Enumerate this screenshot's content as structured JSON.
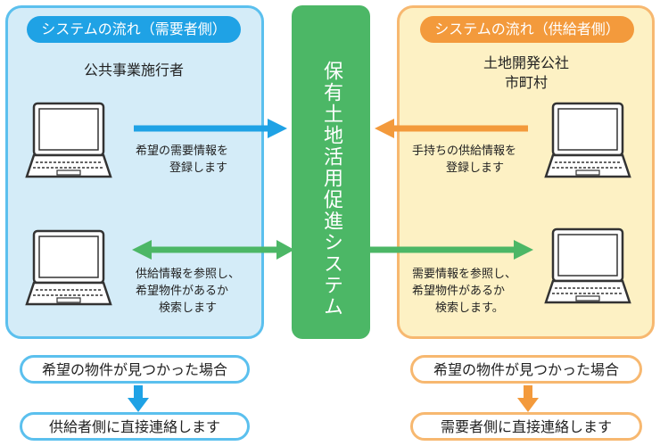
{
  "colors": {
    "blue_accent": "#1fa2e5",
    "blue_panel": "#d4ecf8",
    "orange_accent": "#f39a3c",
    "orange_panel": "#fdf1c4",
    "green_system": "#4cb766"
  },
  "demand": {
    "title": "システムの流れ（需要者側）",
    "role": "公共事業施行者",
    "step1": [
      "希望の需要情報を",
      "登録します"
    ],
    "step2": [
      "供給情報を参照し、",
      "希望物件があるか",
      "検索します"
    ],
    "found": "希望の物件が見つかった場合",
    "contact": "供給者側に直接連絡します"
  },
  "supply": {
    "title": "システムの流れ（供給者側）",
    "role": [
      "土地開発公社",
      "市町村"
    ],
    "step1": [
      "手持ちの供給情報を",
      "登録します"
    ],
    "step2": [
      "需要情報を参照し、",
      "希望物件があるか",
      "検索します。"
    ],
    "found": "希望の物件が見つかった場合",
    "contact": "需要者側に直接連絡します"
  },
  "system": {
    "name": "保有土地活用促進システム"
  },
  "icons": [
    "laptop-icon",
    "arrow-right-icon",
    "arrow-left-icon",
    "double-arrow-icon",
    "arrow-down-icon"
  ]
}
